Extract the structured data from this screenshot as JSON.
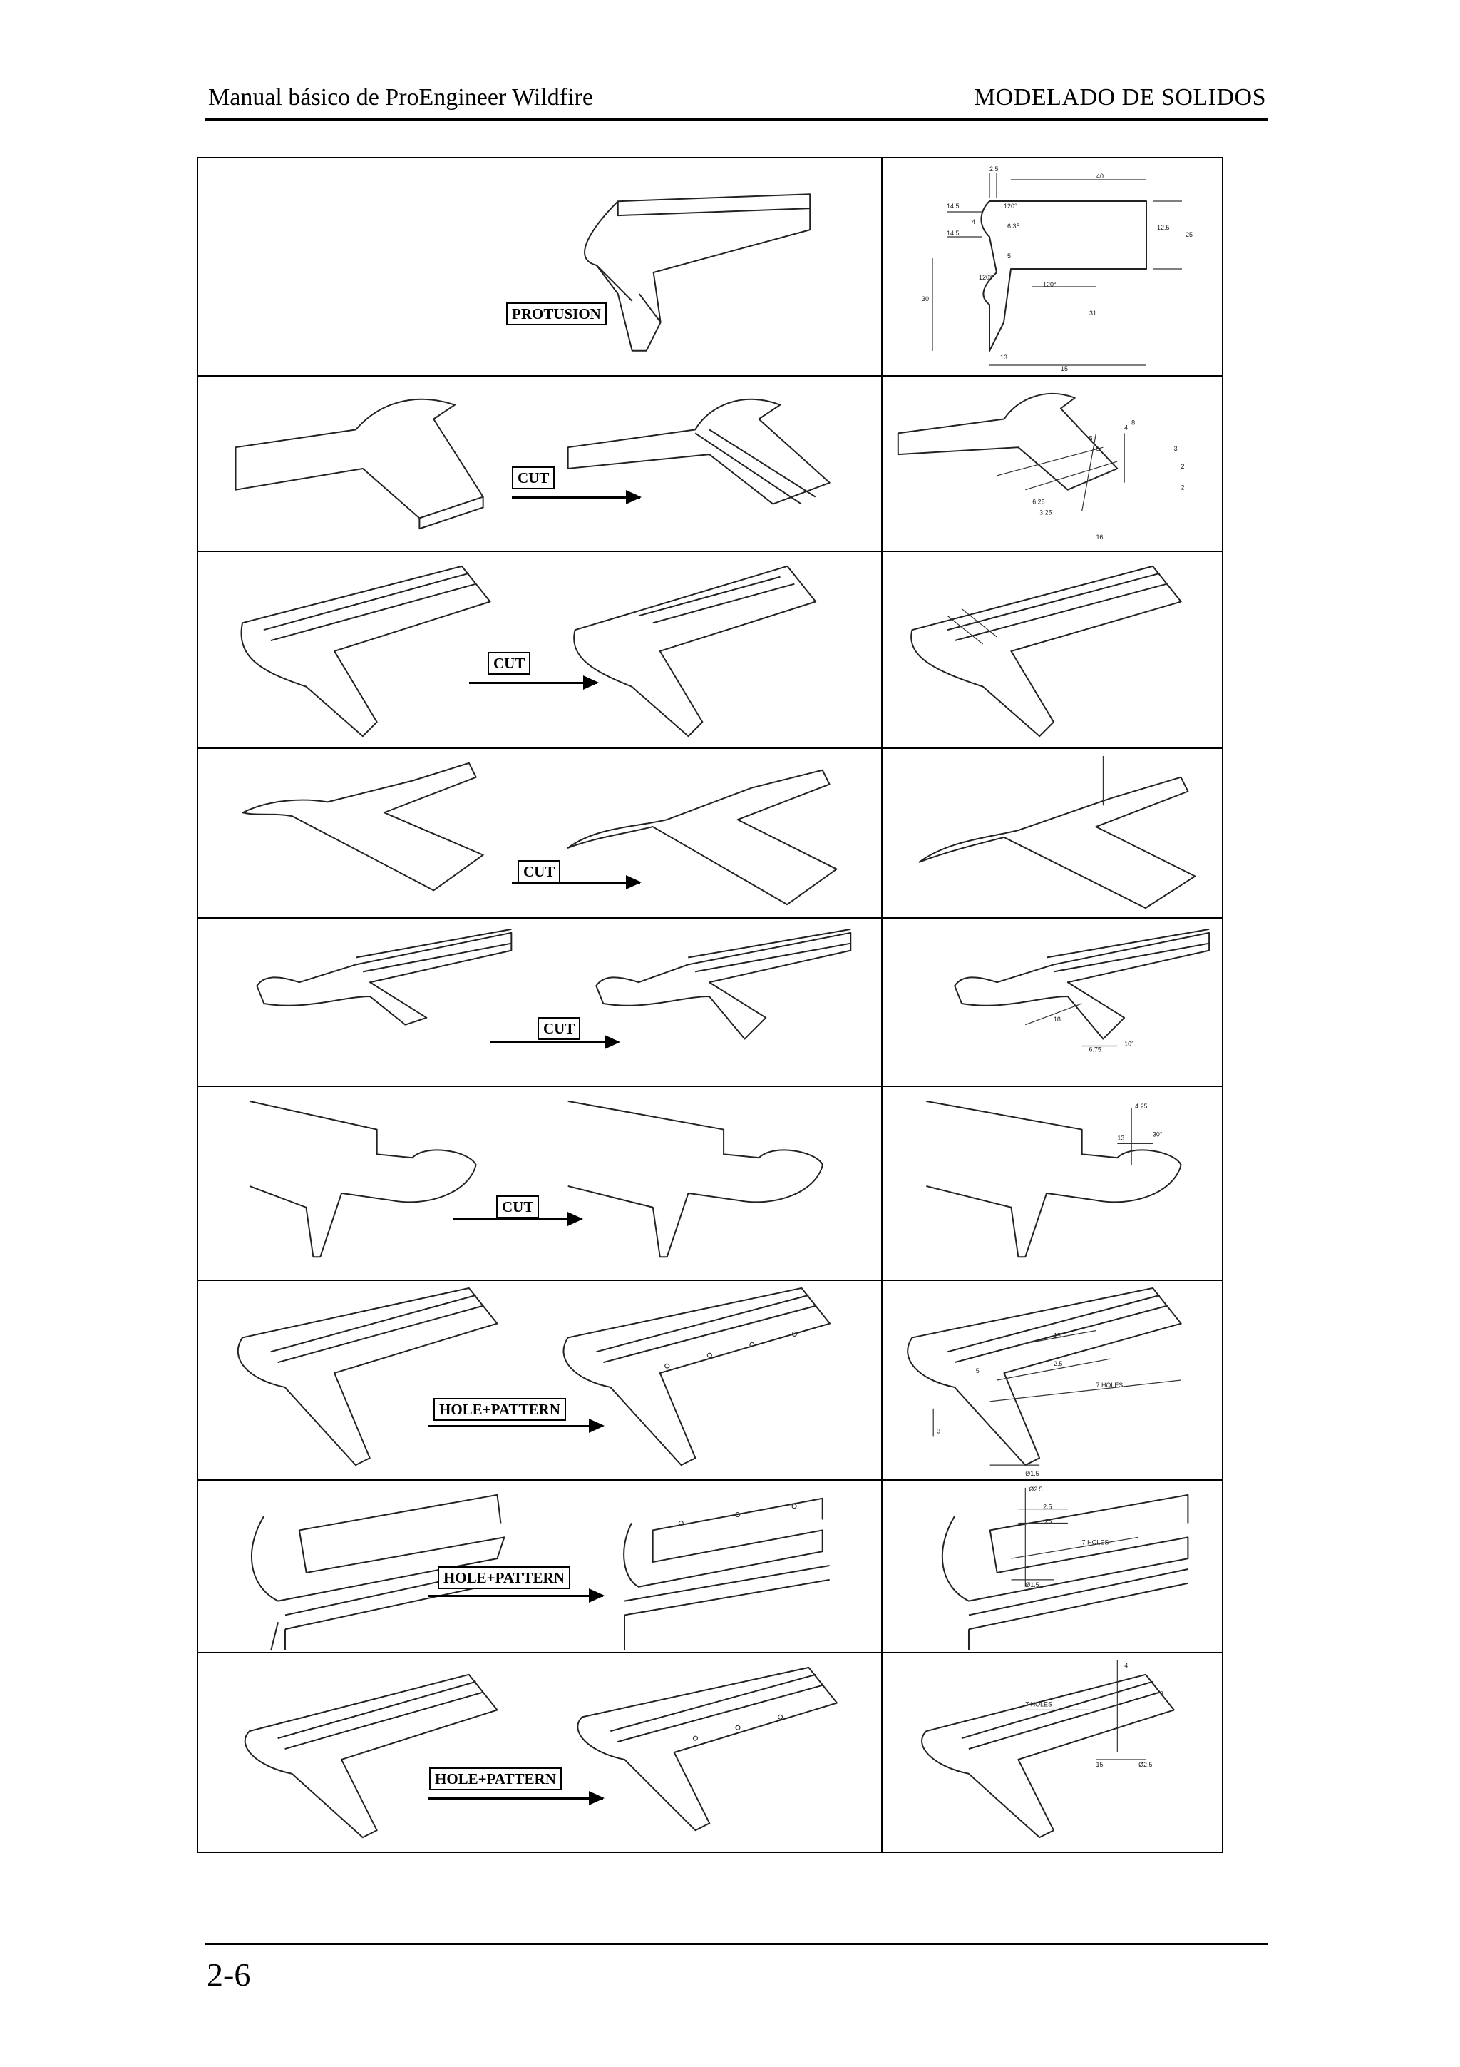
{
  "header": {
    "left": "Manual básico de ProEngineer Wildfire",
    "right": "MODELADO DE SOLIDOS"
  },
  "footer": {
    "page_number": "2-6"
  },
  "steps": [
    {
      "operation": "PROTUSION"
    },
    {
      "operation": "CUT"
    },
    {
      "operation": "CUT"
    },
    {
      "operation": "CUT"
    },
    {
      "operation": "CUT"
    },
    {
      "operation": "CUT"
    },
    {
      "operation": "HOLE+PATTERN"
    },
    {
      "operation": "HOLE+PATTERN"
    },
    {
      "operation": "HOLE+PATTERN"
    }
  ],
  "dimensions": {
    "step1": [
      "2.5",
      "14.5",
      "4",
      "6.35",
      "14.5",
      "5",
      "40",
      "12.5",
      "25",
      "30",
      "13",
      "15",
      "31",
      "120°",
      "120°",
      "120°"
    ],
    "step2": [
      "6.25",
      "3.25",
      "4",
      "5",
      "5",
      "3",
      "2",
      "2",
      "8",
      "16"
    ],
    "step5": [
      "18",
      "6.75",
      "10°"
    ],
    "step6": [
      "4.25",
      "13",
      "30°"
    ],
    "step7": [
      "15",
      "2.5",
      "7 HOLES",
      "5",
      "3",
      "Ø1.5"
    ],
    "step8": [
      "Ø2.5",
      "2.5",
      "6.5",
      "7 HOLES",
      "Ø1.5"
    ],
    "step9": [
      "7 HOLES",
      "4",
      "9",
      "15",
      "Ø2.5"
    ]
  }
}
